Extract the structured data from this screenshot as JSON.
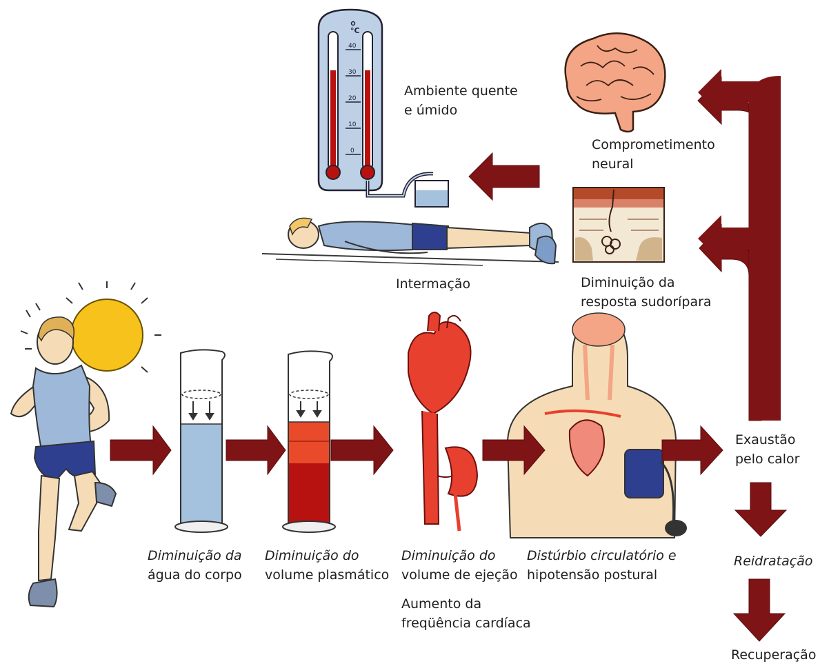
{
  "colors": {
    "arrow": "#7e1416",
    "arrow_outline": "#5a0c0e",
    "brain": "#f3a585",
    "heart": "#e8402e",
    "blood": "#b81210",
    "plasma": "#e94a2a",
    "water": "#a4c1de",
    "skin": "#f6dcb6",
    "shirt": "#9db8d9",
    "shorts": "#2f3f8f",
    "sun": "#f7c21c",
    "thermometer_frame": "#bdd0e6",
    "text": "#1e1e1e"
  },
  "icons": [
    "thermometer-icon",
    "brain-icon",
    "skin-section-icon",
    "lying-runner-icon",
    "runner-icon",
    "sun-icon",
    "cylinder-water-icon",
    "cylinder-plasma-icon",
    "heart-kidney-icon",
    "torso-bp-cuff-icon"
  ],
  "thermometer": {
    "unit": "°C",
    "ticks": [
      "40",
      "30",
      "20",
      "10",
      "0"
    ]
  },
  "labels": {
    "ambient": [
      "Ambiente quente",
      "e úmido"
    ],
    "neural": [
      "Comprometimento",
      "neural"
    ],
    "heatstroke": "Intermação",
    "sweat": [
      "Diminuição da",
      "resposta sudorípara"
    ],
    "body_water": [
      "Diminuição da",
      "água do corpo"
    ],
    "plasma": [
      "Diminuição do",
      "volume plasmático"
    ],
    "stroke_volume": [
      "Diminuição do",
      "volume de ejeção"
    ],
    "heart_rate": [
      "Aumento da",
      "freqüência cardíaca"
    ],
    "circulatory": [
      "Distúrbio circulatório e",
      "hipotensão postural"
    ],
    "exhaustion": [
      "Exaustão",
      "pelo calor"
    ],
    "rehydration": "Reidratação",
    "recovery": "Recuperação"
  }
}
